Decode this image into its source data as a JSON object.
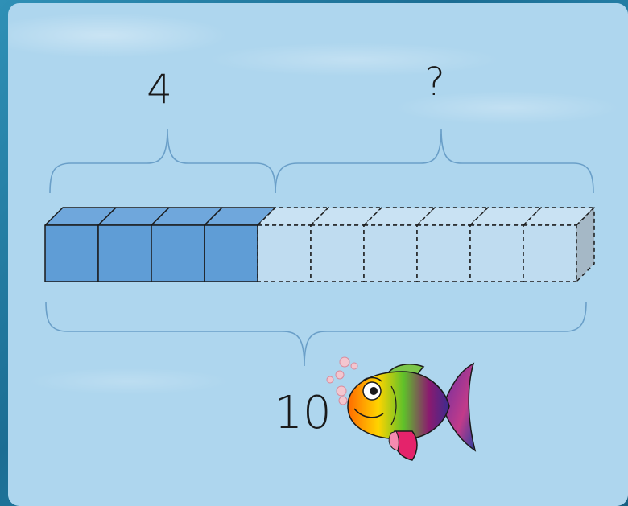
{
  "diagram": {
    "part_known_label": "4",
    "part_unknown_label": "?",
    "total_label": "10",
    "known_count": 4,
    "total_count": 10
  },
  "colors": {
    "solid_front": "#5f9dd6",
    "solid_top": "#6fa7dc",
    "dashed_front": "#bfdcf0",
    "dashed_top": "#c9e2f3",
    "end_side": "#a5b8c6",
    "brace": "#6a9fc8"
  },
  "decoration": {
    "fish": "rainbow-fish-icon",
    "bubbles": "bubbles-icon"
  }
}
